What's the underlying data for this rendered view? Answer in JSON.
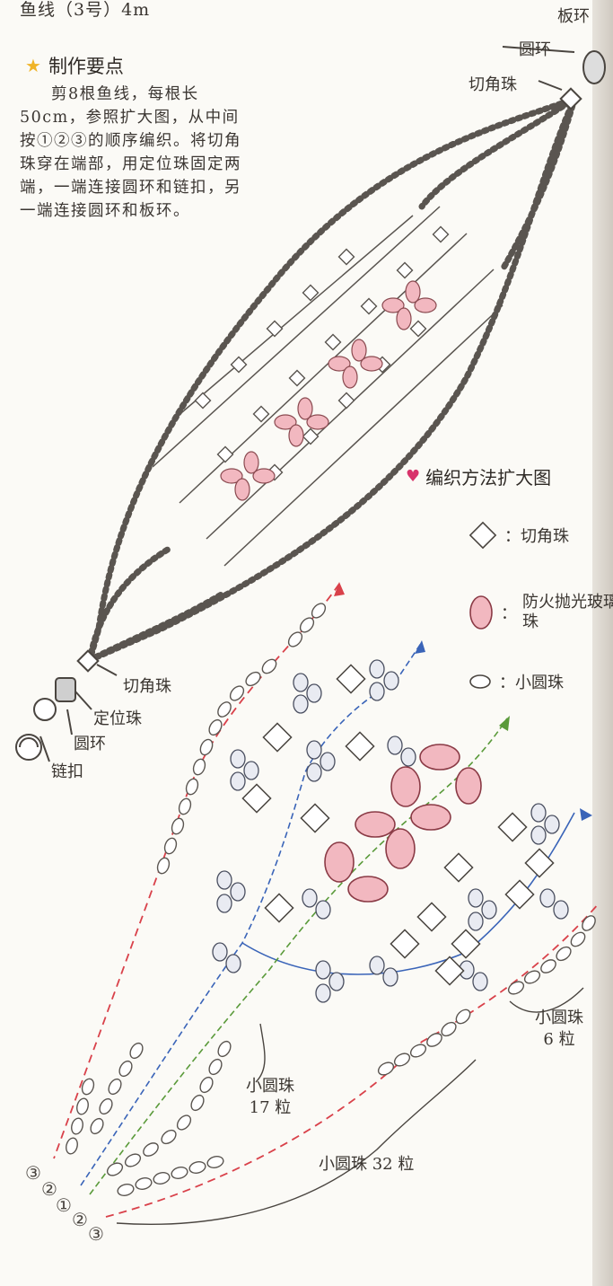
{
  "header": {
    "material": "鱼线（3号）4m",
    "section_title": "制作要点",
    "instructions": "剪8根鱼线，每根长50cm，参照扩大图，从中间按①②③的顺序编织。将切角珠穿在端部，用定位珠固定两端，一端连接圆环和链扣，另一端连接圆环和板环。"
  },
  "labels": {
    "top_plate_ring": "板环",
    "top_round_ring": "圆环",
    "top_cut_bead": "切角珠",
    "bottom_cut_bead": "切角珠",
    "bottom_crimp_bead": "定位珠",
    "bottom_round_ring": "圆环",
    "bottom_clasp": "链扣"
  },
  "enlarged": {
    "title": "编织方法扩大图",
    "legend": [
      {
        "icon": "diamond",
        "text": "：切角珠"
      },
      {
        "icon": "oval-pink",
        "text": "防火抛光玻璃珠"
      },
      {
        "icon": "oval-small",
        "text": "：小圆珠"
      }
    ],
    "counts": {
      "six": "小圆珠\n6 粒",
      "seventeen": "小圆珠\n17 粒",
      "thirty_two": "小圆珠 32 粒"
    },
    "strand_numbers": [
      "③",
      "②",
      "①",
      "②",
      "③"
    ]
  },
  "colors": {
    "bead_outline": "#5a5550",
    "glass_bead": "#f2b8c0",
    "strand_red": "#d9414a",
    "strand_blue": "#3a64b8",
    "strand_green": "#5a9a3a",
    "star": "#f0b428",
    "heart": "#d8336b"
  }
}
